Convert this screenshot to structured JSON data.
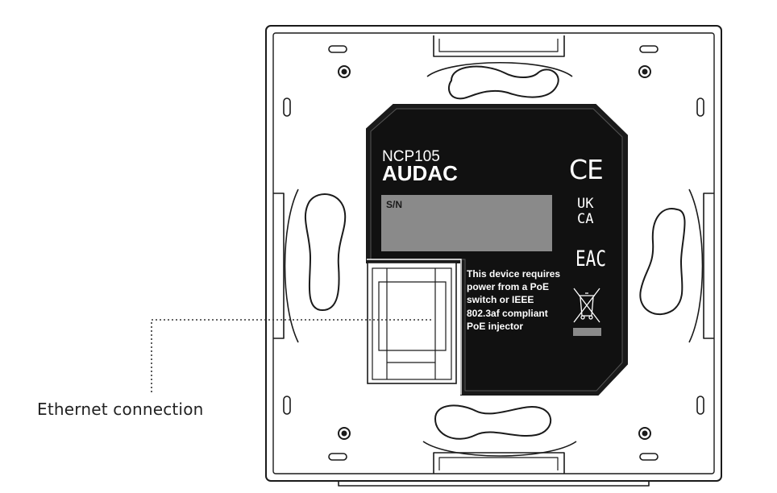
{
  "label_model": "NCP105",
  "label_brand": "AUDAC",
  "label_sn": "S/N",
  "label_ce": "CE",
  "label_ukca_line1": "UK",
  "label_ukca_line2": "CA",
  "label_eac": "EAC",
  "label_poe_notice": [
    "This device requires",
    "power from a PoE",
    "switch or IEEE",
    "802.3af compliant",
    "PoE injector"
  ],
  "callout_ethernet": "Ethernet connection",
  "colors": {
    "outline": "#1a1a1a",
    "label_bg": "#111111",
    "label_text": "#ffffff",
    "sn_field": "#8a8a8a",
    "sn_text": "#1a1a1a",
    "page_bg": "#ffffff"
  }
}
